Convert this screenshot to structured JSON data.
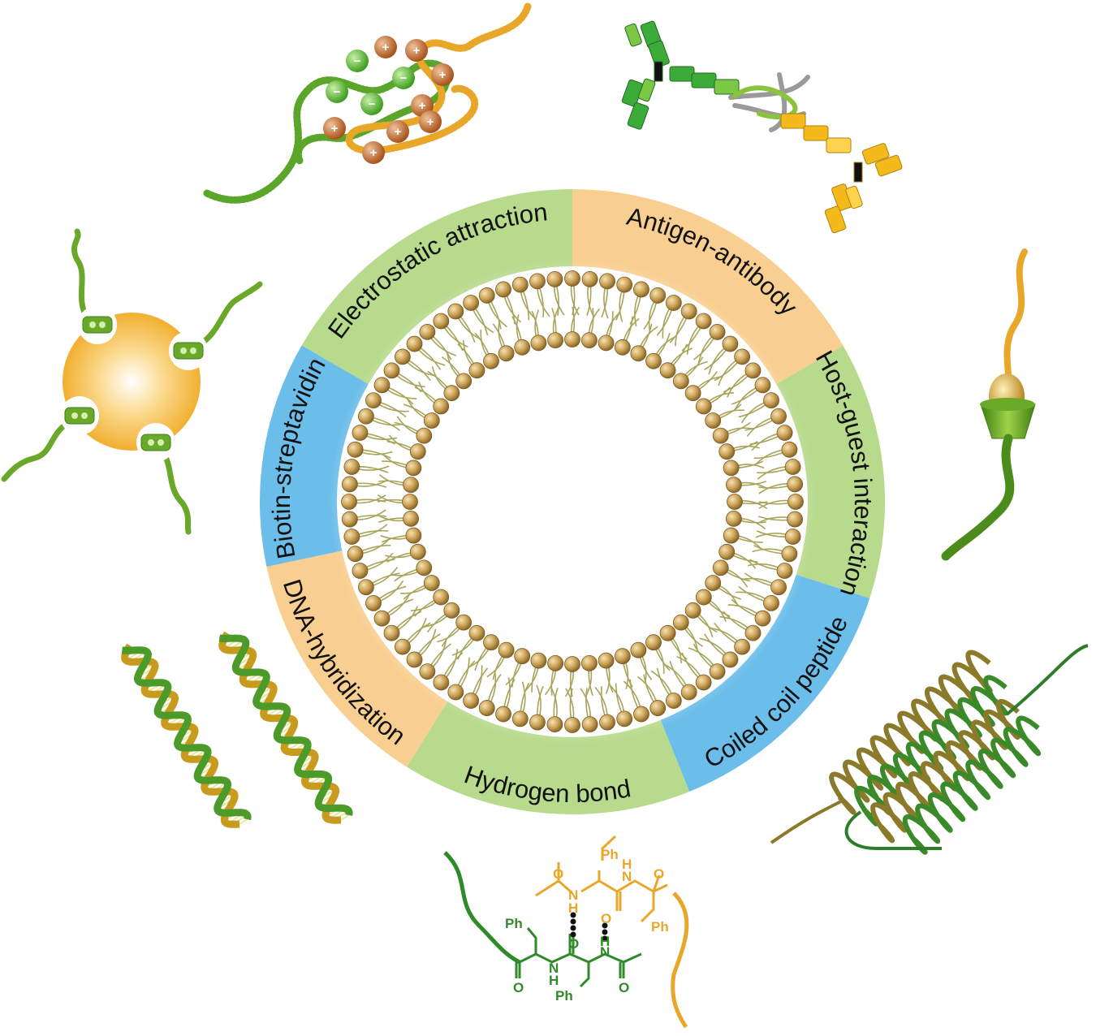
{
  "segments": [
    {
      "label": "Electrostatic attraction",
      "color": "#b7da8c"
    },
    {
      "label": "Antigen-antibody",
      "color": "#f9cf91"
    },
    {
      "label": "Host-guest interaction",
      "color": "#b7da8c"
    },
    {
      "label": "Coiled coil peptide",
      "color": "#6bbdea"
    },
    {
      "label": "Hydrogen bond",
      "color": "#b7da8c"
    },
    {
      "label": "DNA-hybridization",
      "color": "#f9cf91"
    },
    {
      "label": "Biotin-streptavidin",
      "color": "#6bbdea"
    }
  ],
  "colors": {
    "green": "#3d8f2a",
    "light_green": "#7cbf3a",
    "orange": "#e9a72a",
    "lipid_head": "#c9a054",
    "olive": "#8a8a2a"
  },
  "chem": {
    "ph": "Ph",
    "n": "N",
    "h": "H",
    "o": "O"
  },
  "charges": {
    "plus": "+",
    "minus": "−"
  }
}
